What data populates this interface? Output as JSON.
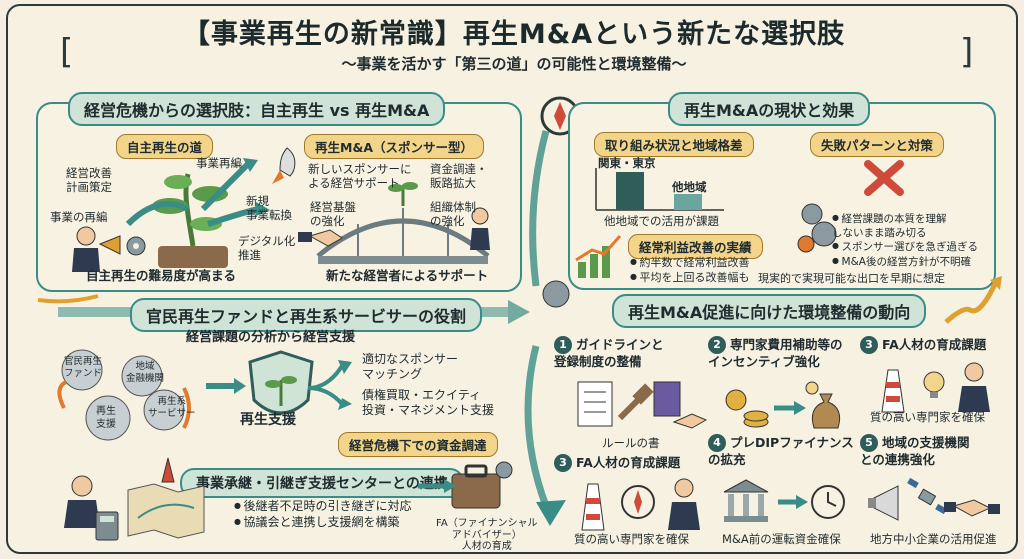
{
  "title": "【事業再生の新常識】再生M&Aという新たな選択肢",
  "subtitle": "〜事業を活かす「第三の道」の可能性と環境整備〜",
  "left_top": {
    "heading": "経営危機からの選択肢：自主再生 vs 再生M&A",
    "self": {
      "chip": "自主再生の道",
      "items": [
        "経営改善\n計画策定",
        "事業再編",
        "事業の再編",
        "新規\n事業転換",
        "デジタル化\n推進"
      ],
      "caption": "自主再生の難易度が高まる"
    },
    "ma": {
      "chip": "再生M&A（スポンサー型）",
      "items": [
        "新しいスポンサーに\nよる経営サポート",
        "経営基盤\nの強化",
        "資金調達・\n販路拡大",
        "組織体制\nの強化"
      ],
      "caption": "新たな経営者によるサポート"
    }
  },
  "left_mid": {
    "heading": "官民再生ファンドと再生系サービサーの役割",
    "analysis": "経営課題の分析から経営支援",
    "cycle": [
      "官民再生\nファンド",
      "地域\n金融機関",
      "再生系\nサービサー",
      "再生\n支援"
    ],
    "center": "再生支援",
    "outputs": [
      "適切なスポンサー\nマッチング",
      "債権買取・エクイティ\n投資・マネジメント支援"
    ],
    "chip": "経営危機下での資金調達"
  },
  "left_bottom": {
    "heading": "事業承継・引継ぎ支援センターとの連携",
    "bullets": [
      "後継者不足時の引き継ぎに対応",
      "協議会と連携し支援網を構築"
    ],
    "fa": "FA（ファイナンシャル\nアドバイザー）\n人材の育成"
  },
  "right_top": {
    "heading": "再生M&Aの現状と効果",
    "status": {
      "chip": "取り組み状況と地域格差",
      "bar_labels": [
        "関東・東京",
        "他地域"
      ],
      "caption": "他地域での活用が課題"
    },
    "profit": {
      "chip": "経常利益改善の実績",
      "bullets": [
        "約半数で経常利益改善",
        "平均を上回る改善幅も"
      ]
    },
    "failure": {
      "chip": "失敗パターンと対策",
      "bullets": [
        "経営課題の本質を理解\nしないまま踏み切る",
        "スポンサー選びを急ぎ過ぎる",
        "M&A後の経営方針が不明確"
      ],
      "caption": "現実的で実現可能な出口を早期に想定"
    }
  },
  "right_bottom": {
    "heading": "再生M&A促進に向けた環境整備の動向",
    "items": [
      {
        "num": "1",
        "label": "ガイドラインと\n登録制度の整備"
      },
      {
        "num": "2",
        "label": "専門家費用補助等の\nインセンティブ強化"
      },
      {
        "num": "3",
        "label": "FA人材の育成課題"
      },
      {
        "num": "3",
        "label": "FA人材の育成課題"
      },
      {
        "num": "4",
        "label": "プレDIPファイナンス\nの拡充"
      },
      {
        "num": "5",
        "label": "地域の支援機関\nとの連携強化"
      }
    ],
    "captions": [
      "ルールの書",
      "質の高い専門家を確保",
      "質の高い専門家を確保",
      "M&A前の運転資金確保",
      "地方中小企業の活用促進"
    ]
  },
  "colors": {
    "teal": "#3a8d86",
    "pill": "#cfe3d6",
    "chip": "#f2d58a",
    "dark": "#2e5d5a",
    "accent": "#e07a2e",
    "plant": "#5a9a4a"
  }
}
